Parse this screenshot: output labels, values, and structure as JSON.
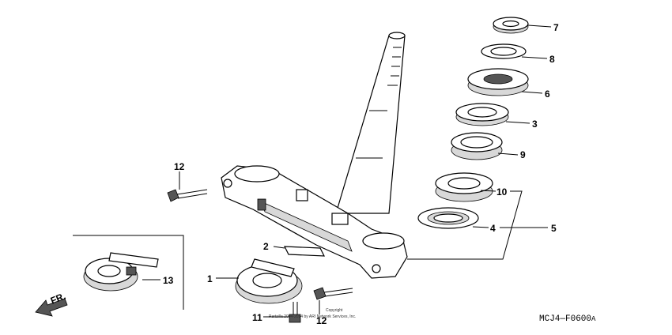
{
  "callouts": {
    "c7": "7",
    "c8": "8",
    "c6": "6",
    "c3": "3",
    "c9": "9",
    "c10": "10",
    "c4": "4",
    "c5": "5",
    "c12a": "12",
    "c12b": "12",
    "c2": "2",
    "c1": "1",
    "c13": "13",
    "c11": "11"
  },
  "front_label": "FR.",
  "copyright_lines": [
    "Copyright",
    "Partzilla 2004-2014 by ARI Network Services, Inc."
  ],
  "diagram_code": "MCJ4—F0600",
  "diagram_code_suffix": "A"
}
